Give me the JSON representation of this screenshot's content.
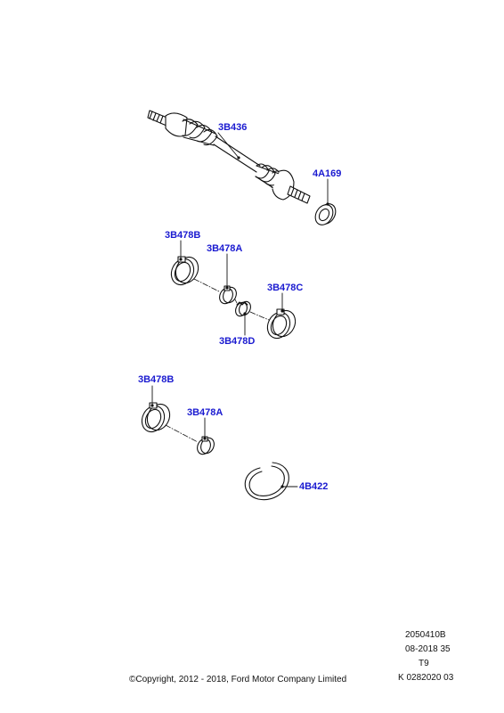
{
  "callouts": {
    "driveshaft": "3B436",
    "seal": "4A169",
    "clamp_b_upper": "3B478B",
    "clamp_a_upper": "3B478A",
    "clamp_c": "3B478C",
    "clamp_d": "3B478D",
    "clamp_b_lower": "3B478B",
    "clamp_a_lower": "3B478A",
    "circlip": "4B422"
  },
  "info": {
    "ref_number": "2050410B",
    "date_code": "08-2018 35",
    "model_code": "T9",
    "catalog_code": "K 0282020 03",
    "copyright": "©Copyright, 2012 - 2018, Ford Motor Company Limited"
  },
  "colors": {
    "callout": "#1a1ad0",
    "line": "#111111"
  }
}
